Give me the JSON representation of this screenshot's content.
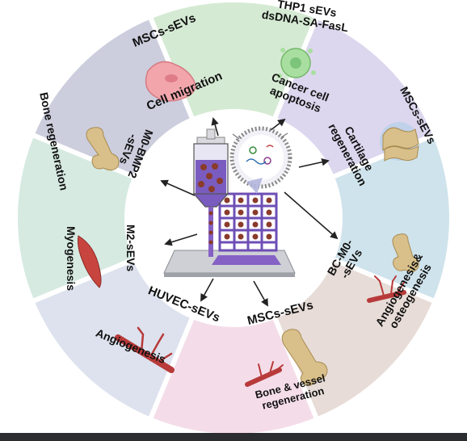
{
  "segments": [
    {
      "key": "cell-migration",
      "lines1": [
        "MSCs-sEVs"
      ],
      "lines2": [
        "Cell migration"
      ],
      "color": "#d5ead3"
    },
    {
      "key": "cancer",
      "lines1": [
        "THP1 sEVs",
        "dsDNA-SA-FasL"
      ],
      "lines2": [
        "Cancer cell",
        "apoptosis"
      ],
      "color": "#dcd7ee"
    },
    {
      "key": "cartilage",
      "lines1": [
        "MSCs-sEVs"
      ],
      "lines2": [
        "Cartilage",
        "regeneration"
      ],
      "color": "#cfe3ec"
    },
    {
      "key": "angio-osteo",
      "lines1": [
        "BC-M0-",
        "-sEVs"
      ],
      "lines2": [
        "Angiogenesis&",
        "osteogenesis"
      ],
      "color": "#e7dcd7"
    },
    {
      "key": "bone-vessel",
      "lines1": [
        "MSCs-sEVs"
      ],
      "lines2": [
        "Bone & vessel",
        "regeneration"
      ],
      "color": "#f4dde9"
    },
    {
      "key": "angiogenesis",
      "lines1": [
        "HUVEC-sEVs"
      ],
      "lines2": [
        "Angiogenesis"
      ],
      "color": "#dde2ee"
    },
    {
      "key": "myogenesis",
      "lines1": [
        "M2-sEVs"
      ],
      "lines2": [
        "Myogenesis"
      ],
      "color": "#d6eae2"
    },
    {
      "key": "bone-regen",
      "lines1": [
        "M0-BMP2",
        "-sEVs"
      ],
      "lines2": [
        "Bone regeneration"
      ],
      "color": "#cccede"
    }
  ],
  "colors": {
    "ring_border": "#ffffff",
    "center_fill": "#ffffff",
    "printer_purple": "#8561c5",
    "printer_dark": "#4b2f86",
    "ball": "#8a3b2a",
    "bone": "#d9c08a",
    "vessel": "#b83a3a"
  }
}
